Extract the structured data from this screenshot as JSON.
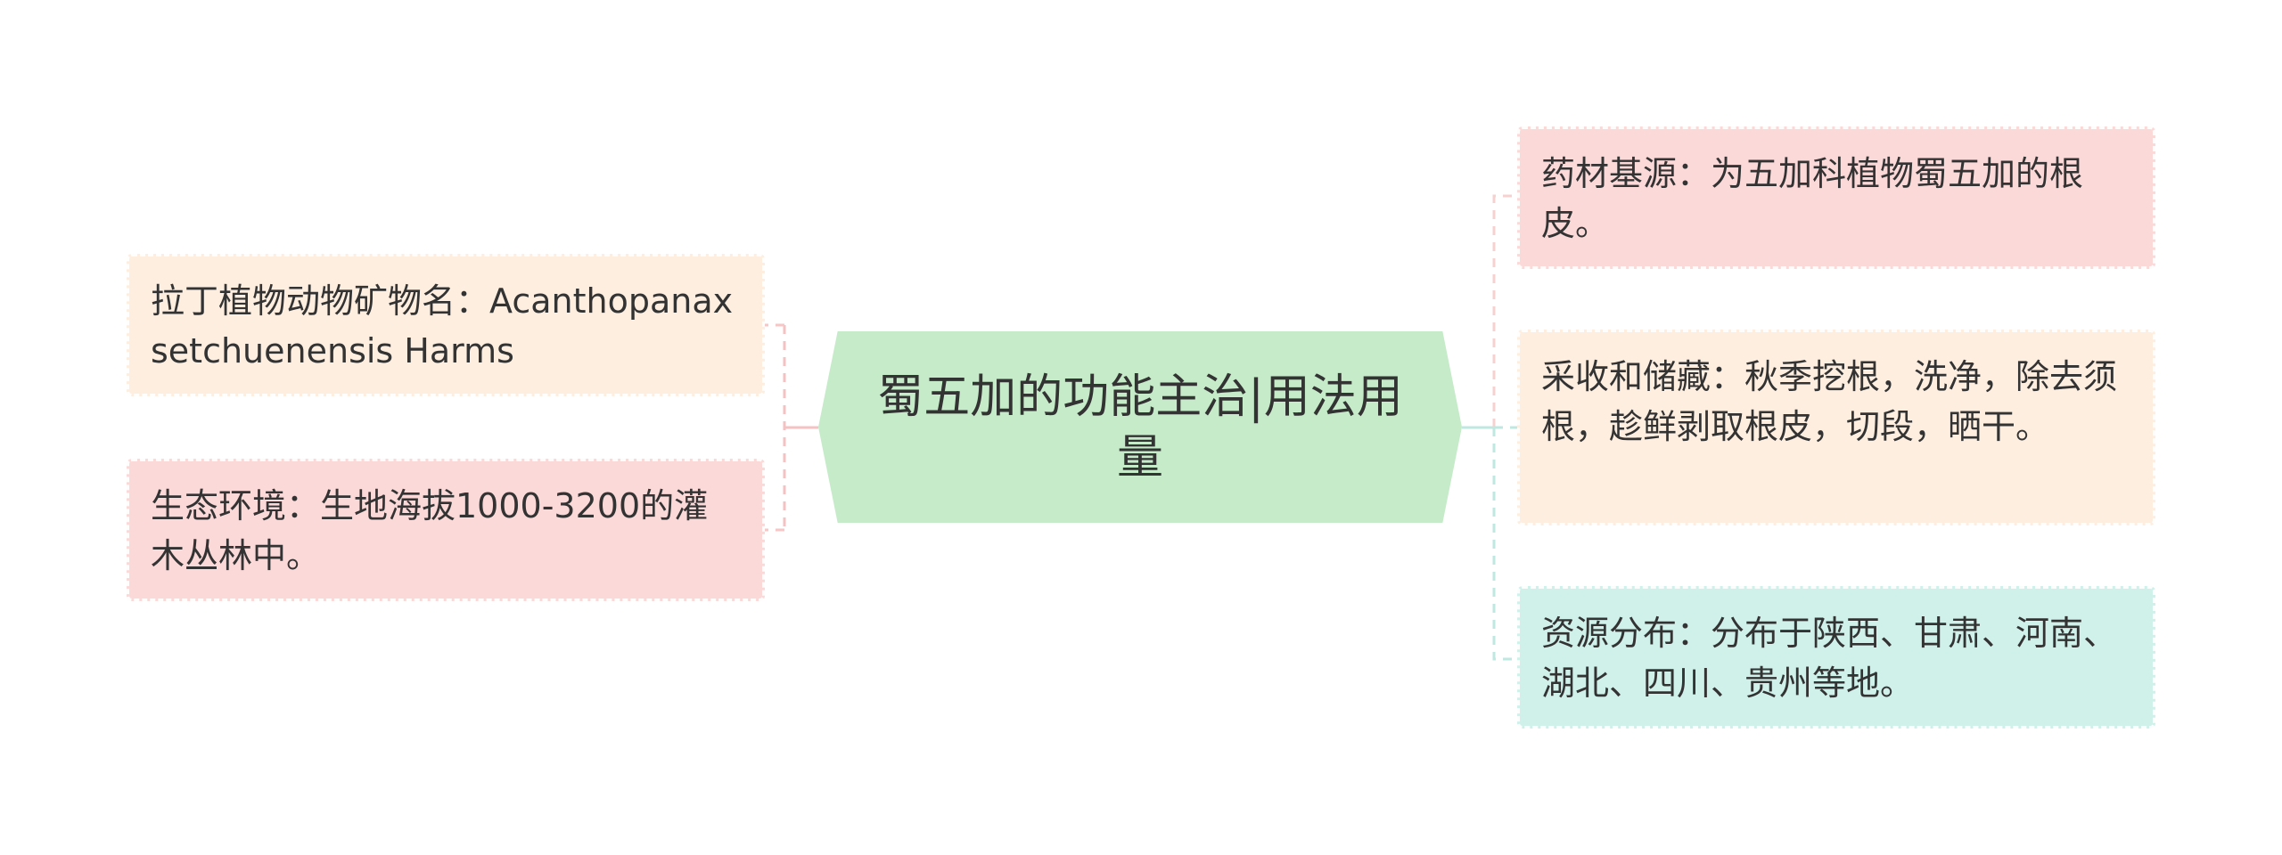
{
  "center": {
    "label": "蜀五加的功能主治|用法用量",
    "color": "#c6ebc9"
  },
  "left_topics": [
    {
      "label": "拉丁植物动物矿物名：Acanthopanax setchuenensis Harms",
      "color": "#fdeee0",
      "line_color": "#f7c6c6"
    },
    {
      "label": "生态环境：生地海拔1000-3200的灌木丛林中。",
      "color": "#fbd9d9",
      "line_color": "#f7c6c6"
    }
  ],
  "right_topics": [
    {
      "label": "药材基源：为五加科植物蜀五加的根皮。",
      "color": "#fbd9d9",
      "line_color": "#f7d0d0"
    },
    {
      "label": "采收和储藏：秋季挖根，洗净，除去须根，趁鲜剥取根皮，切段，晒干。",
      "color": "#fdeee0",
      "line_color": "#f2dccb"
    },
    {
      "label": "资源分布：分布于陕西、甘肃、河南、湖北、四川、贵州等地。",
      "color": "#d0f0ea",
      "line_color": "#bfe8e0"
    }
  ]
}
